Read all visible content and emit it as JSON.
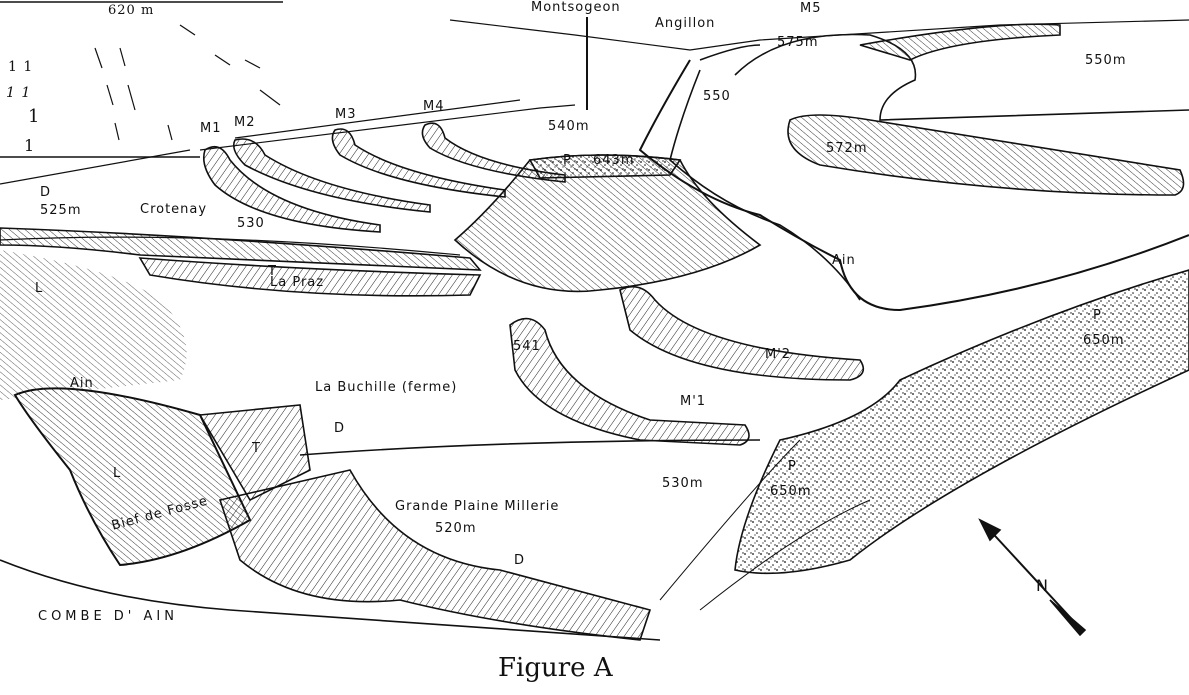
{
  "inset": {
    "scale_label": "620 m",
    "marks": [
      "1 1",
      "1 1",
      "1",
      "1"
    ]
  },
  "labels": {
    "montsogeon": "Montsogeon",
    "angillon": "Angillon",
    "m5": "M5",
    "alt_575": "575m",
    "alt_550m": "550m",
    "alt_550": "550",
    "alt_540": "540m",
    "p_summit": "P",
    "alt_643": "643m",
    "alt_572": "572m",
    "m1": "M1",
    "m2": "M2",
    "m3": "M3",
    "m4": "M4",
    "d_west": "D",
    "alt_525": "525m",
    "crotenay": "Crotenay",
    "alt_530": "530",
    "t_north": "T",
    "la_praz": "La Praz",
    "l_north": "L",
    "ain_east": "Ain",
    "m2_prime": "M'2",
    "p_east": "P",
    "alt_650_east": "650m",
    "alt_541": "541",
    "la_buchille": "La Buchille (ferme)",
    "d_center": "D",
    "m1_prime": "M'1",
    "ain_west": "Ain",
    "l_south": "L",
    "t_south": "T",
    "alt_530m": "530m",
    "grande_plaine": "Grande Plaine Millerie",
    "alt_520": "520m",
    "d_south": "D",
    "p_south": "P",
    "alt_650_south": "650m",
    "bief_de_fosse": "Bief de Fosse",
    "combe_dain": "COMBE   D' AIN",
    "north": "N"
  },
  "caption": "Figure A"
}
